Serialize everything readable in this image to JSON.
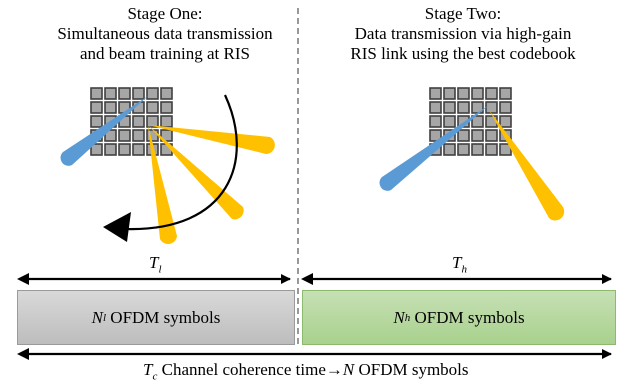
{
  "stage_one": {
    "line1": "Stage One:",
    "line2": "Simultaneous data transmission",
    "line3": "and beam training at RIS"
  },
  "stage_two": {
    "line1": "Stage Two:",
    "line2": "Data transmission via high-gain",
    "line3": "RIS link using the best codebook"
  },
  "durations": {
    "tl_symbol": "T",
    "tl_sub": "l",
    "th_symbol": "T",
    "th_sub": "h"
  },
  "left_box": {
    "sym": "N",
    "sub": "l",
    "text": " OFDM symbols"
  },
  "right_box": {
    "sym": "N",
    "sub": "h",
    "text": " OFDM symbols"
  },
  "bottom": {
    "sym": "T",
    "sub": "c",
    "text": " Channel coherence time",
    "arrow": "→",
    "n_sym": "N",
    "tail": " OFDM symbols"
  },
  "colors": {
    "beam_blue": "#5b9bd5",
    "beam_yellow": "#ffc000",
    "grid_cell": "#a6a6a6",
    "grid_border": "#404040",
    "box_gray": "#bfbfbf",
    "box_green": "#a9d18e"
  }
}
